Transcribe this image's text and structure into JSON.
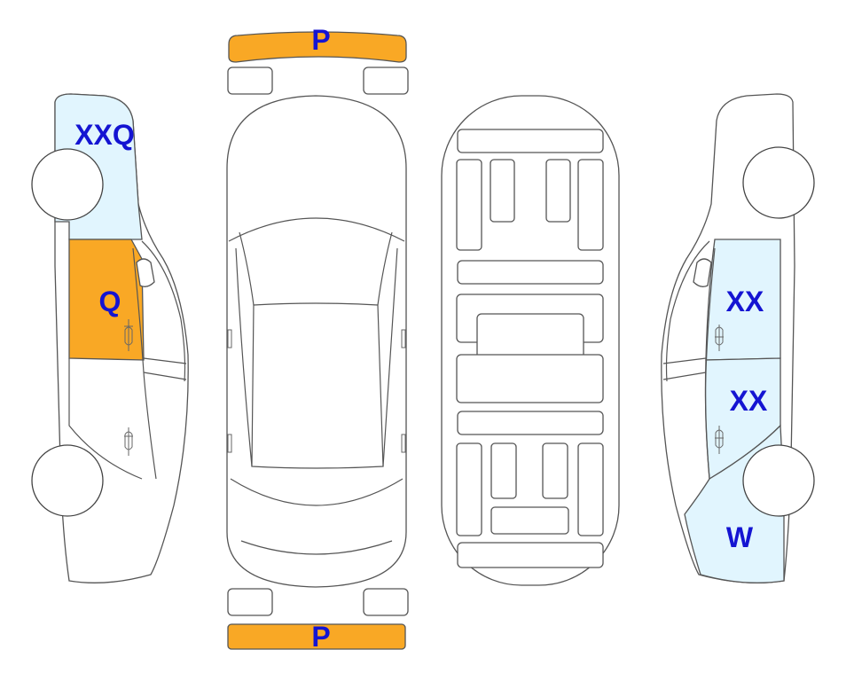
{
  "colors": {
    "scratch": "#F9A825",
    "dent": "#E1F5FE",
    "outline": "#555555",
    "label_text": "#1414D2"
  },
  "labels": {
    "front_bumper": "P",
    "rear_bumper": "P",
    "left_front_fender": "XXQ",
    "left_front_door": "Q",
    "right_front_door": "XX",
    "right_rear_door": "XX",
    "right_rear_quarter": "W"
  }
}
